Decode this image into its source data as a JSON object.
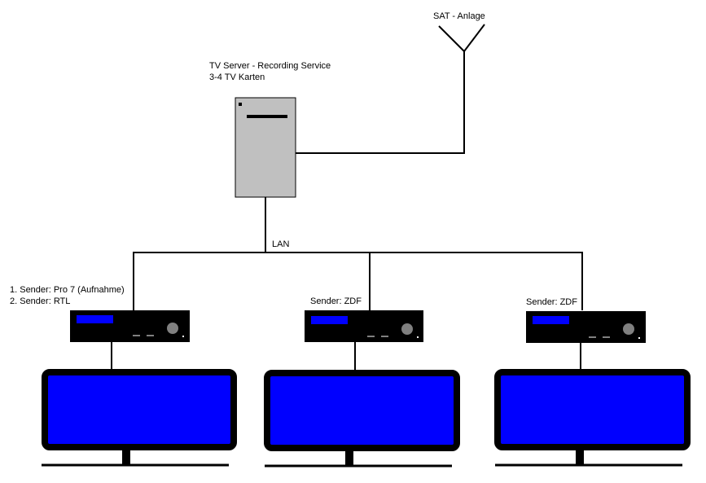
{
  "antenna": {
    "label": "SAT - Anlage"
  },
  "server": {
    "title": "TV Server - Recording Service",
    "subtitle": "3-4 TV Karten"
  },
  "network": {
    "label": "LAN"
  },
  "receivers": [
    {
      "lines": [
        "1. Sender: Pro 7 (Aufnahme)",
        "2. Sender: RTL"
      ]
    },
    {
      "lines": [
        "Sender: ZDF"
      ]
    },
    {
      "lines": [
        "Sender: ZDF"
      ]
    }
  ],
  "colors": {
    "screen": "#0000ff",
    "device": "#000000",
    "server_case": "#c0c0c0",
    "knob": "#808080"
  }
}
